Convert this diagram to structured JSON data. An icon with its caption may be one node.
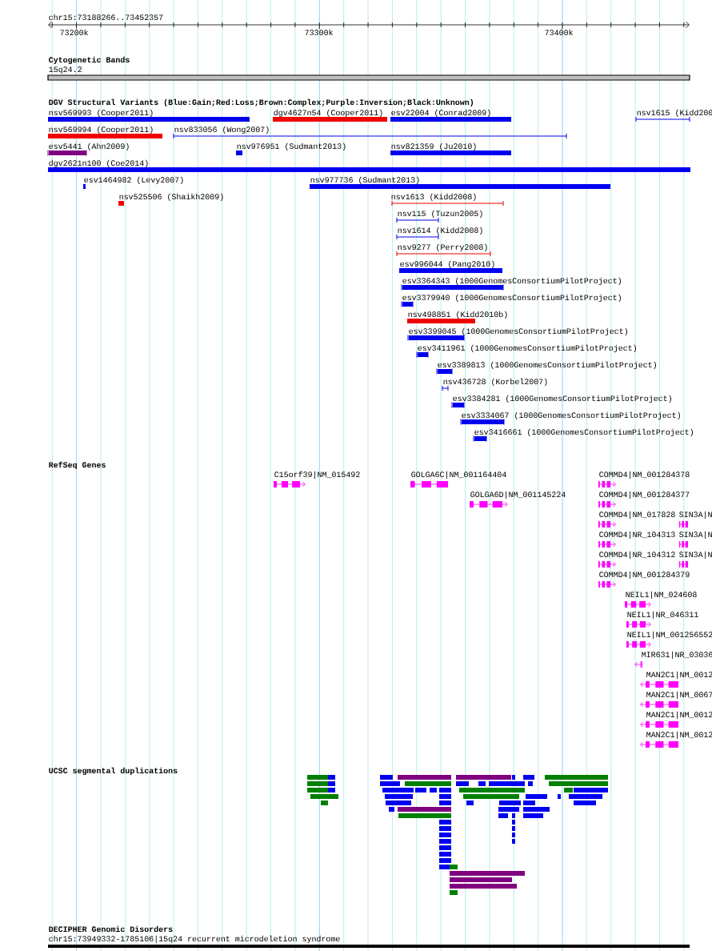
{
  "diagram": {
    "labels": [
      "chr15:73188266..73452357",
      "73200k",
      "73300k",
      "73400k",
      "Cytogenetic Bands",
      "15q24.2",
      "DGV Structural Variants (Blue:Gain;Red:Loss;Brown:Complex;Purple:Inversion;Black:Unknown)",
      "nsv569993 (Cooper2011)",
      "dgv4627n54 (Cooper2011)",
      "esv22004 (Conrad2009)",
      "nsv1615 (Kidd200",
      "nsv569994 (Cooper2011)",
      "nsv833056 (Wong2007)",
      "esv5441 (Ahn2009)",
      "nsv976951 (Sudmant2013)",
      "nsv821359 (Ju2010)",
      "dgv2621n100 (Coe2014)",
      "esv1464982 (Levy2007)",
      "nsv977736 (Sudmant2013)",
      "nsv525506 (Shaikh2009)",
      "nsv1613 (Kidd2008)",
      "nsv115 (Tuzun2005)",
      "nsv1614 (Kidd2008)",
      "nsv9277 (Perry2008)",
      "esv996044 (Pang2010)",
      "esv3364343 (1000GenomesConsortiumPilotProject)",
      "esv3379940 (1000GenomesConsortiumPilotProject)",
      "nsv498851 (Kidd2010b)",
      "esv3399045 (1000GenomesConsortiumPilotProject)",
      "esv3411961 (1000GenomesConsortiumPilotProject)",
      "esv3389813 (1000GenomesConsortiumPilotProject)",
      "nsv436728 (Korbel2007)",
      "esv3384281 (1000GenomesConsortiumPilotProject)",
      "esv3334067 (1000GenomesConsortiumPilotProject)",
      "esv3416661 (1000GenomesConsortiumPilotProject)",
      "RefSeq Genes",
      "C15orf39|NM_015492",
      "GOLGA6C|NM_001164404",
      "COMMD4|NM_001284378",
      "GOLGA6D|NM_001145224",
      "COMMD4|NM_001284377",
      "COMMD4|NM_017828",
      "SIN3A|N",
      "COMMD4|NR_104313",
      "SIN3A|N",
      "COMMD4|NR_104312",
      "SIN3A|N",
      "COMMD4|NM_001284379",
      "NEIL1|NM_024608",
      "NEIL1|NR_046311",
      "NEIL1|NM_001256552",
      "MIR631|NR_03036",
      "MAN2C1|NM_0012",
      "MAN2C1|NM_0067",
      "MAN2C1|NM_0012",
      "MAN2C1|NM_0012",
      "UCSC segmental duplications",
      "DECIPHER Genomic Disorders",
      "chr15:73949332-1785106|15q24 recurrent microdeletion syndrome"
    ]
  }
}
